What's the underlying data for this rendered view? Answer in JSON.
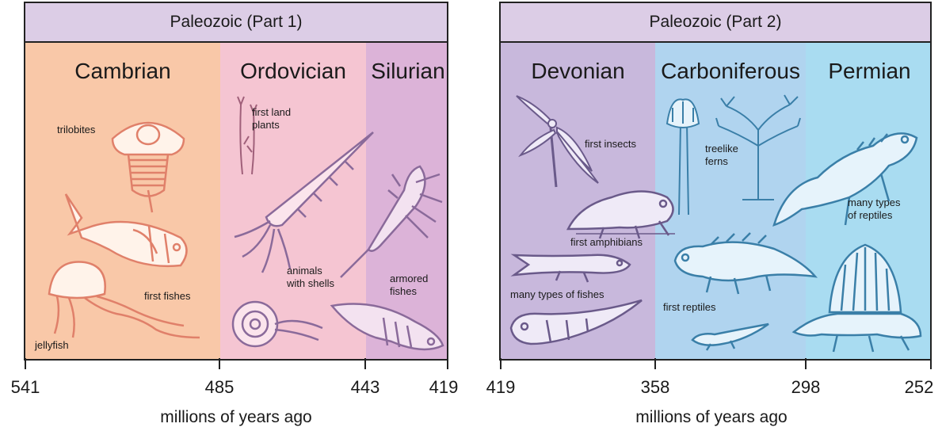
{
  "panel1": {
    "title": "Paleozoic  (Part 1)",
    "periods": [
      {
        "name": "Cambrian",
        "color": "#f9c8a8"
      },
      {
        "name": "Ordovician",
        "color": "#f5c5d2"
      },
      {
        "name": "Silurian",
        "color": "#dcb3d8"
      }
    ],
    "labels": {
      "trilobites": "trilobites",
      "first_land_plants": "first land\nplants",
      "first_fishes": "first fishes",
      "jellyfish": "jellyfish",
      "animals_with_shells": "animals\nwith shells",
      "armored_fishes": "armored\nfishes"
    },
    "ticks": [
      "541",
      "485",
      "443",
      "419"
    ],
    "axis_title": "millions of years ago"
  },
  "panel2": {
    "title": "Paleozoic  (Part 2)",
    "periods": [
      {
        "name": "Devonian",
        "color": "#c8b8dc"
      },
      {
        "name": "Carboniferous",
        "color": "#b0d4ef"
      },
      {
        "name": "Permian",
        "color": "#a9dcf1"
      }
    ],
    "labels": {
      "first_insects": "first insects",
      "treelike_ferns": "treelike\nferns",
      "many_types_of_reptiles": "many types\nof reptiles",
      "first_amphibians": "first amphibians",
      "many_types_of_fishes": "many types of fishes",
      "first_reptiles": "first reptiles"
    },
    "ticks": [
      "419",
      "358",
      "298",
      "252"
    ],
    "axis_title": "millions of years ago"
  },
  "colors": {
    "border": "#222222",
    "header_bg": "#dccde6",
    "illustration_warm": "#e0806a",
    "illustration_purple": "#8a6a9a",
    "illustration_blue": "#3a7fa8"
  }
}
